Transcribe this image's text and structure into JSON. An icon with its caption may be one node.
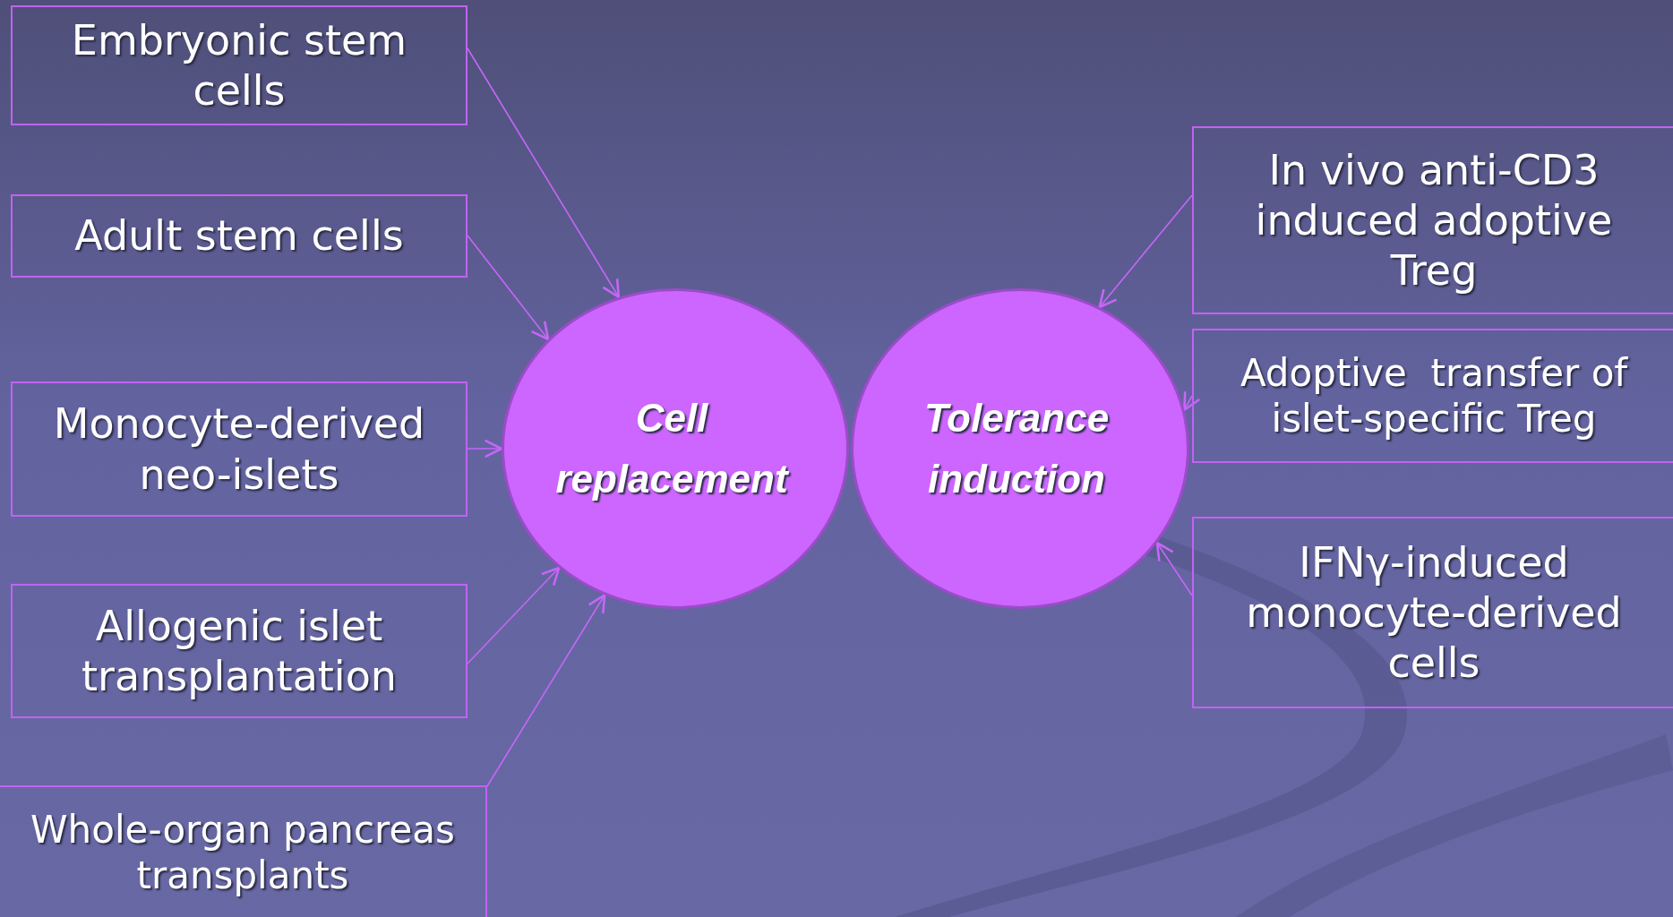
{
  "diagram": {
    "nodes": [
      {
        "text": [
          "Embryonic stem cells"
        ]
      },
      {
        "text": [
          "Adult stem cells"
        ]
      },
      {
        "text": [
          "Monocyte-derived neo-islets"
        ]
      },
      {
        "text": [
          "Allogenic islet transplantation"
        ]
      },
      {
        "text": [
          "Whole-organ pancreas transplants"
        ]
      },
      {
        "text": [
          "Cell replacement"
        ]
      },
      {
        "text": [
          "Tolerance induction"
        ]
      },
      {
        "text": [
          "In vivo anti-CD3 induced adoptive Treg"
        ]
      },
      {
        "text": [
          "Adoptive  transfer of islet-specific Treg"
        ]
      },
      {
        "text": [
          "IFNγ-induced monocyte-derived cells"
        ]
      }
    ],
    "edges": [
      {
        "from": 0,
        "to": 5,
        "arrow": "to"
      },
      {
        "from": 1,
        "to": 5,
        "arrow": "to"
      },
      {
        "from": 2,
        "to": 5,
        "arrow": "to"
      },
      {
        "from": 3,
        "to": 5,
        "arrow": "to"
      },
      {
        "from": 4,
        "to": 5,
        "arrow": "to"
      },
      {
        "from": 7,
        "to": 6,
        "arrow": "to"
      },
      {
        "from": 8,
        "to": 6,
        "arrow": "to"
      },
      {
        "from": 9,
        "to": 6,
        "arrow": "to"
      }
    ]
  }
}
